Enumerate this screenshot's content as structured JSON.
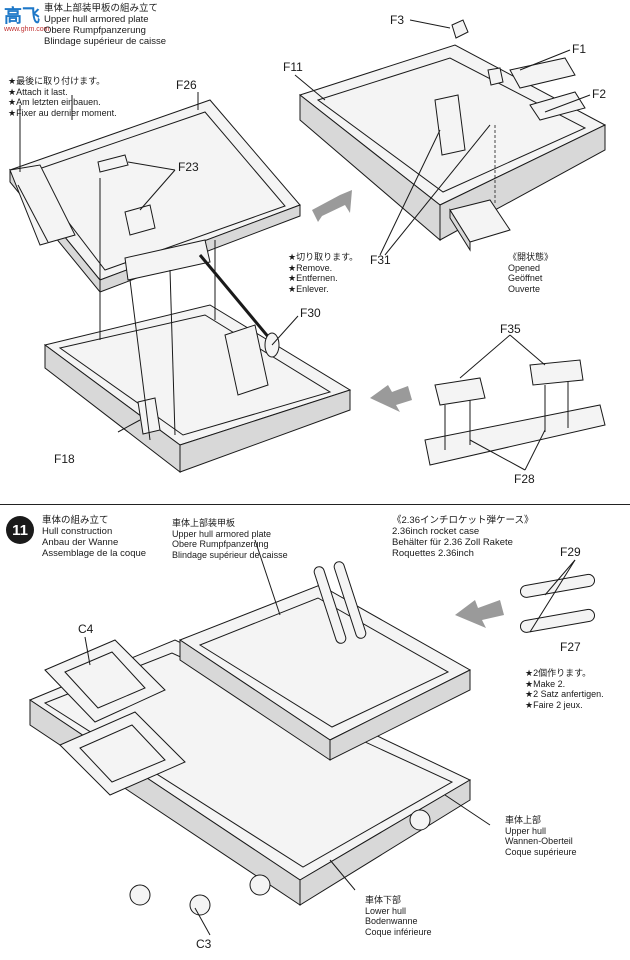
{
  "watermark": {
    "text": "高飞",
    "sub": "www.ghm.com"
  },
  "top_header": {
    "jp": "車体上部装甲板の組み立て",
    "en": "Upper hull armored plate",
    "de": "Obere Rumpfpanzerung",
    "fr": "Blindage supérieur de caisse"
  },
  "note_attach": {
    "jp": "★最後に取り付けます。",
    "en": "★Attach it last.",
    "de": "★Am letzten einbauen.",
    "fr": "★Fixer au dernier moment."
  },
  "note_remove": {
    "jp": "★切り取ります。",
    "en": "★Remove.",
    "de": "★Entfernen.",
    "fr": "★Enlever."
  },
  "note_opened": {
    "jp": "《開状態》",
    "en": "Opened",
    "de": "Geöffnet",
    "fr": "Ouverte"
  },
  "parts_top": {
    "f3": "F3",
    "f1": "F1",
    "f2": "F2",
    "f11": "F11",
    "f26": "F26",
    "f23": "F23",
    "f31": "F31",
    "f30": "F30",
    "f18": "F18",
    "f35": "F35",
    "f28": "F28"
  },
  "step11": {
    "number": "11",
    "jp": "車体の組み立て",
    "en": "Hull construction",
    "de": "Anbau der Wanne",
    "fr": "Assemblage de la coque"
  },
  "upper_plate": {
    "jp": "車体上部装甲板",
    "en": "Upper hull armored plate",
    "de": "Obere Rumpfpanzerung",
    "fr": "Blindage supérieur de caisse"
  },
  "rocket_case": {
    "jp": "《2.36インチロケット弾ケース》",
    "en": "2.36inch rocket case",
    "de": "Behälter für 2.36 Zoll Rakete",
    "fr": "Roquettes 2.36inch"
  },
  "note_make2": {
    "jp": "★2個作ります。",
    "en": "★Make 2.",
    "de": "★2 Satz anfertigen.",
    "fr": "★Faire 2 jeux."
  },
  "upper_hull": {
    "jp": "車体上部",
    "en": "Upper hull",
    "de": "Wannen-Oberteil",
    "fr": "Coque supérieure"
  },
  "lower_hull": {
    "jp": "車体下部",
    "en": "Lower hull",
    "de": "Bodenwanne",
    "fr": "Coque inférieure"
  },
  "parts_bottom": {
    "c4": "C4",
    "c3": "C3",
    "f29": "F29",
    "f27": "F27"
  }
}
